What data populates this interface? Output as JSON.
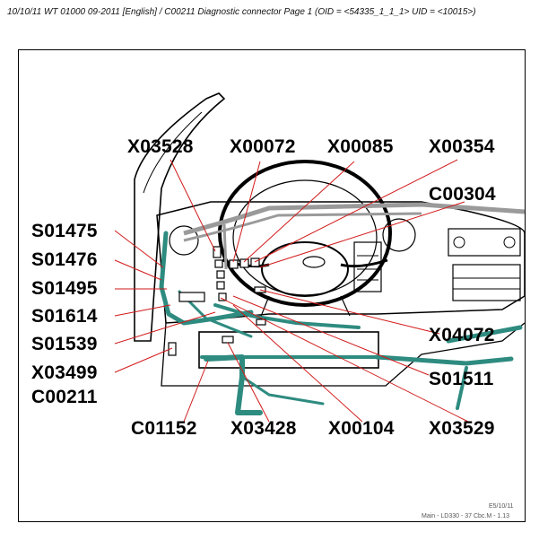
{
  "header": {
    "text": "10/10/11  WT 01000 09-2011 [English] / C00211 Diagnostic connector  Page 1  (OID = <54335_1_1_1> UID = <10015>)"
  },
  "labels": {
    "top": [
      "X03528",
      "X00072",
      "X00085",
      "X00354"
    ],
    "right": [
      "C00304",
      "X04072",
      "S01511"
    ],
    "left": [
      "S01475",
      "S01476",
      "S01495",
      "S01614",
      "S01539",
      "X03499",
      "C00211"
    ],
    "bottom": [
      "C01152",
      "X03428",
      "X00104",
      "X03529"
    ]
  },
  "footer": {
    "code": "E5/10/11",
    "ref": "Main - LD330 - 37 Cbc.M - 1.13"
  },
  "colors": {
    "harness": "#2e8b80",
    "leader": "#d21a1a",
    "line": "#000000",
    "gray": "#9a9a9a"
  }
}
